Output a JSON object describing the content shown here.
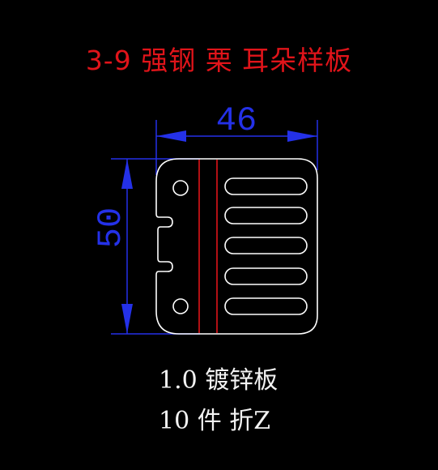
{
  "title": "3-9  强钢 栗  耳朵样板",
  "dimensions": {
    "width": "46",
    "height": "50"
  },
  "notes": {
    "line1": "1.0  镀锌板",
    "line2": "10 件  折Z"
  },
  "colors": {
    "background": "#000000",
    "title": "#e0141a",
    "dimension": "#2431e8",
    "outline": "#ffffff",
    "bend_lines": "#e0141a",
    "notes": "#f2f2f2"
  },
  "drawing": {
    "slot_count": 5,
    "hole_count": 2,
    "bend_line_count": 2
  }
}
